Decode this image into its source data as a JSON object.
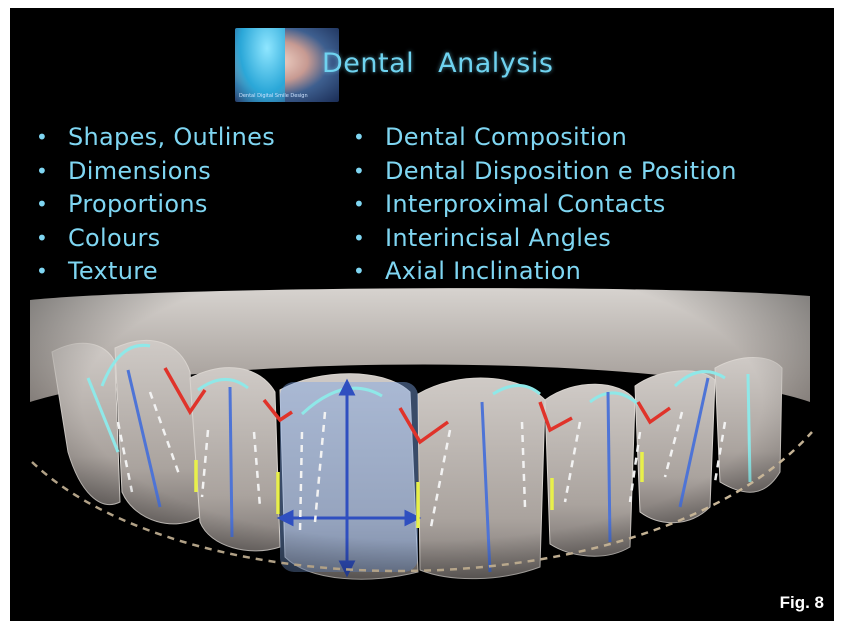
{
  "header": {
    "logo_icon": "smiling-face-logo",
    "logo_caption": "Dental Digital Smile Design",
    "title_word1": "Dental",
    "title_word2": "Analysis"
  },
  "left_list": [
    "Shapes, Outlines",
    "Dimensions",
    "Proportions",
    "Colours",
    "Texture"
  ],
  "right_list": [
    "Dental Composition",
    "Dental Disposition e Position",
    "Interproximal Contacts",
    "Interincisal Angles",
    "Axial Inclination"
  ],
  "figure_label": "Fig. 8",
  "colors": {
    "text_accent": "#7fd6f2",
    "annotation_cyan": "#8fe8e8",
    "annotation_red": "#e0332a",
    "annotation_blue": "#4e74d6",
    "annotation_yellow": "#e8f04a",
    "smile_arc": "#e8d3b0",
    "highlight_box": "#7fa6e6"
  }
}
